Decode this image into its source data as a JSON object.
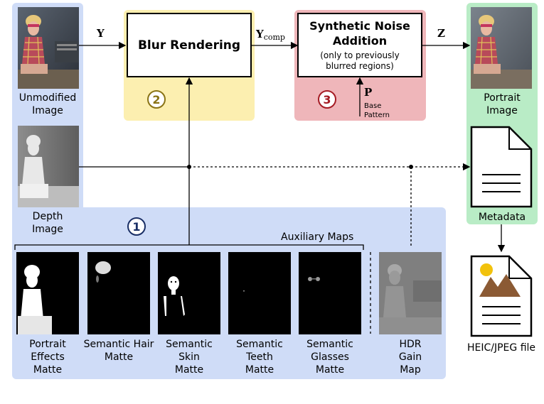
{
  "panels": {
    "colors": {
      "blue": "#cfdcf7",
      "yellow": "#fcefb0",
      "red": "#efb6ba",
      "green": "#b9ecc6"
    }
  },
  "inputs": {
    "unmodified_label": "Unmodified\nImage",
    "depth_label": "Depth\nImage"
  },
  "steps": {
    "blur": {
      "title": "Blur Rendering",
      "number": "2",
      "color": "#8a7416"
    },
    "noise": {
      "title": "Synthetic Noise\nAddition",
      "subtitle": "(only to previously\nblurred regions)",
      "number": "3",
      "color": "#a51c24"
    },
    "aux": {
      "number": "1",
      "color": "#1a2f66"
    }
  },
  "variables": {
    "y": "Y",
    "y_comp_main": "Y",
    "y_comp_sub": "comp",
    "z": "Z",
    "p": "P",
    "p_label": "Base\nPattern"
  },
  "aux_maps": {
    "title": "Auxiliary Maps",
    "items": [
      {
        "label": "Portrait\nEffects\nMatte"
      },
      {
        "label": "Semantic Hair\nMatte"
      },
      {
        "label": "Semantic\nSkin\nMatte"
      },
      {
        "label": "Semantic\nTeeth\nMatte"
      },
      {
        "label": "Semantic\nGlasses\nMatte"
      }
    ],
    "hdr_label": "HDR\nGain\nMap"
  },
  "outputs": {
    "portrait_label": "Portrait\nImage",
    "metadata_label": "Metadata",
    "file_label": "HEIC/JPEG file"
  }
}
